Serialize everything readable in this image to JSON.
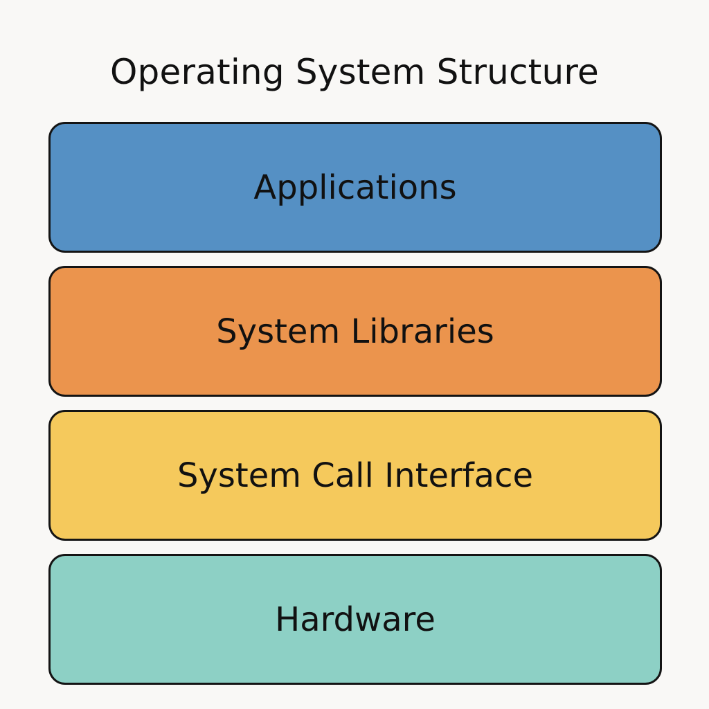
{
  "title": "Operating System Structure",
  "layers": [
    {
      "label": "Applications",
      "color": "#5590c4"
    },
    {
      "label": "System Libraries",
      "color": "#eb944d"
    },
    {
      "label": "System Call Interface",
      "color": "#f5c95c"
    },
    {
      "label": "Hardware",
      "color": "#8dd0c5"
    }
  ]
}
